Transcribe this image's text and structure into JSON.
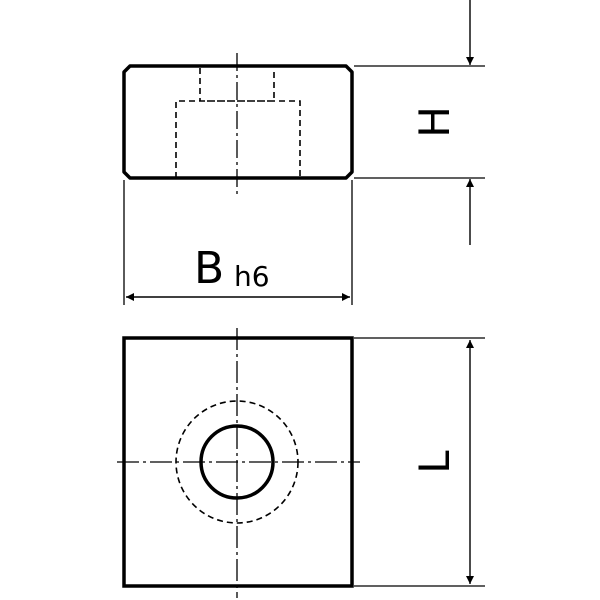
{
  "dimensions": {
    "width_symbol": "B",
    "width_tolerance": "h6",
    "height_symbol": "H",
    "length_symbol": "L"
  },
  "colors": {
    "line": "#000000",
    "background": "#ffffff"
  }
}
